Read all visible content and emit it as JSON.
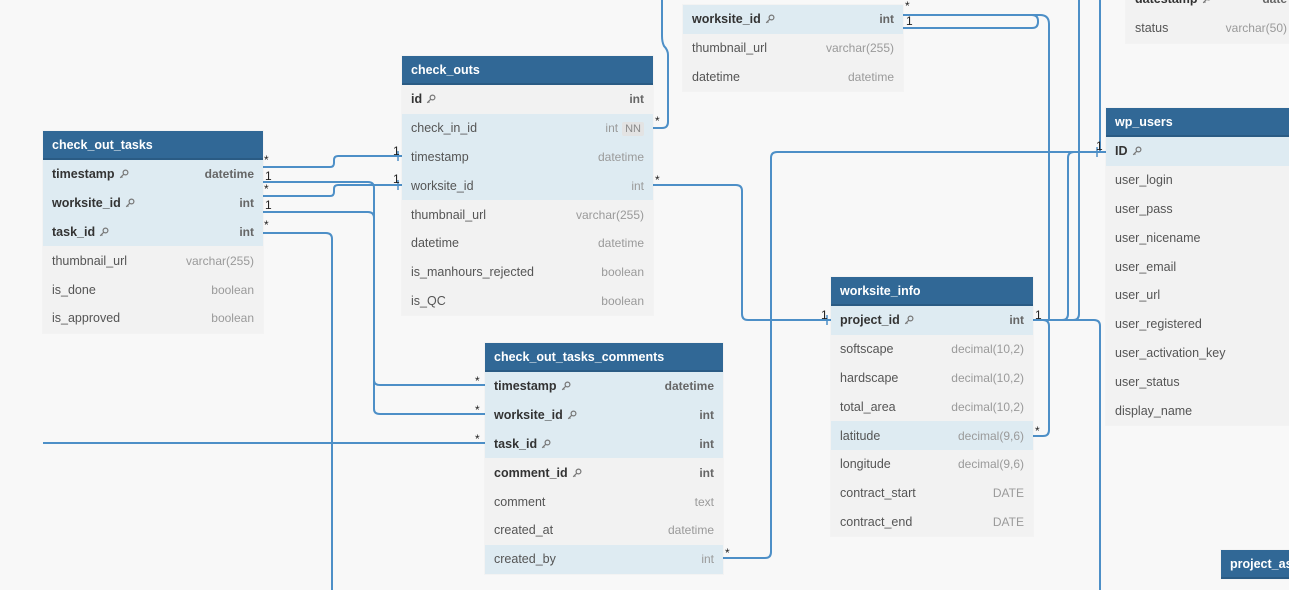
{
  "colors": {
    "header": "#316896",
    "highlight_row": "#deebf2",
    "row": "#f2f2f2",
    "connector": "#4d8fc7",
    "canvas": "#f8f8f8"
  },
  "tables": {
    "check_outs": {
      "name": "check_outs",
      "fields": [
        {
          "name": "id",
          "type": "int",
          "pk": true
        },
        {
          "name": "check_in_id",
          "type": "int",
          "badge": "NN"
        },
        {
          "name": "timestamp",
          "type": "datetime"
        },
        {
          "name": "worksite_id",
          "type": "int"
        },
        {
          "name": "thumbnail_url",
          "type": "varchar(255)"
        },
        {
          "name": "datetime",
          "type": "datetime"
        },
        {
          "name": "is_manhours_rejected",
          "type": "boolean"
        },
        {
          "name": "is_QC",
          "type": "boolean"
        }
      ]
    },
    "check_out_tasks": {
      "name": "check_out_tasks",
      "fields": [
        {
          "name": "timestamp",
          "type": "datetime",
          "pk": true
        },
        {
          "name": "worksite_id",
          "type": "int",
          "pk": true
        },
        {
          "name": "task_id",
          "type": "int",
          "pk": true
        },
        {
          "name": "thumbnail_url",
          "type": "varchar(255)"
        },
        {
          "name": "is_done",
          "type": "boolean"
        },
        {
          "name": "is_approved",
          "type": "boolean"
        }
      ]
    },
    "check_out_tasks_comments": {
      "name": "check_out_tasks_comments",
      "fields": [
        {
          "name": "timestamp",
          "type": "datetime",
          "pk": true
        },
        {
          "name": "worksite_id",
          "type": "int",
          "pk": true
        },
        {
          "name": "task_id",
          "type": "int",
          "pk": true
        },
        {
          "name": "comment_id",
          "type": "int",
          "pk": true
        },
        {
          "name": "comment",
          "type": "text"
        },
        {
          "name": "created_at",
          "type": "datetime"
        },
        {
          "name": "created_by",
          "type": "int"
        }
      ]
    },
    "worksite_info": {
      "name": "worksite_info",
      "fields": [
        {
          "name": "project_id",
          "type": "int",
          "pk": true
        },
        {
          "name": "softscape",
          "type": "decimal(10,2)"
        },
        {
          "name": "hardscape",
          "type": "decimal(10,2)"
        },
        {
          "name": "total_area",
          "type": "decimal(10,2)"
        },
        {
          "name": "latitude",
          "type": "decimal(9,6)"
        },
        {
          "name": "longitude",
          "type": "decimal(9,6)"
        },
        {
          "name": "contract_start",
          "type": "DATE"
        },
        {
          "name": "contract_end",
          "type": "DATE"
        }
      ]
    },
    "wp_users": {
      "name": "wp_users",
      "fields": [
        {
          "name": "ID",
          "type": "",
          "pk": true
        },
        {
          "name": "user_login",
          "type": ""
        },
        {
          "name": "user_pass",
          "type": ""
        },
        {
          "name": "user_nicename",
          "type": ""
        },
        {
          "name": "user_email",
          "type": ""
        },
        {
          "name": "user_url",
          "type": ""
        },
        {
          "name": "user_registered",
          "type": ""
        },
        {
          "name": "user_activation_key",
          "type": ""
        },
        {
          "name": "user_status",
          "type": ""
        },
        {
          "name": "display_name",
          "type": ""
        }
      ]
    },
    "check_ins_partial": {
      "fields": [
        {
          "name": "worksite_id",
          "type": "int",
          "pk": true
        },
        {
          "name": "thumbnail_url",
          "type": "varchar(255)"
        },
        {
          "name": "datetime",
          "type": "datetime"
        }
      ]
    },
    "top_right_partial": {
      "fields": [
        {
          "name": "datestamp",
          "type": "date",
          "pk": true
        },
        {
          "name": "status",
          "type": "varchar(50)"
        }
      ]
    },
    "project_partial": {
      "name": "project_as"
    }
  },
  "markers": {
    "many": "*",
    "one": "1"
  }
}
